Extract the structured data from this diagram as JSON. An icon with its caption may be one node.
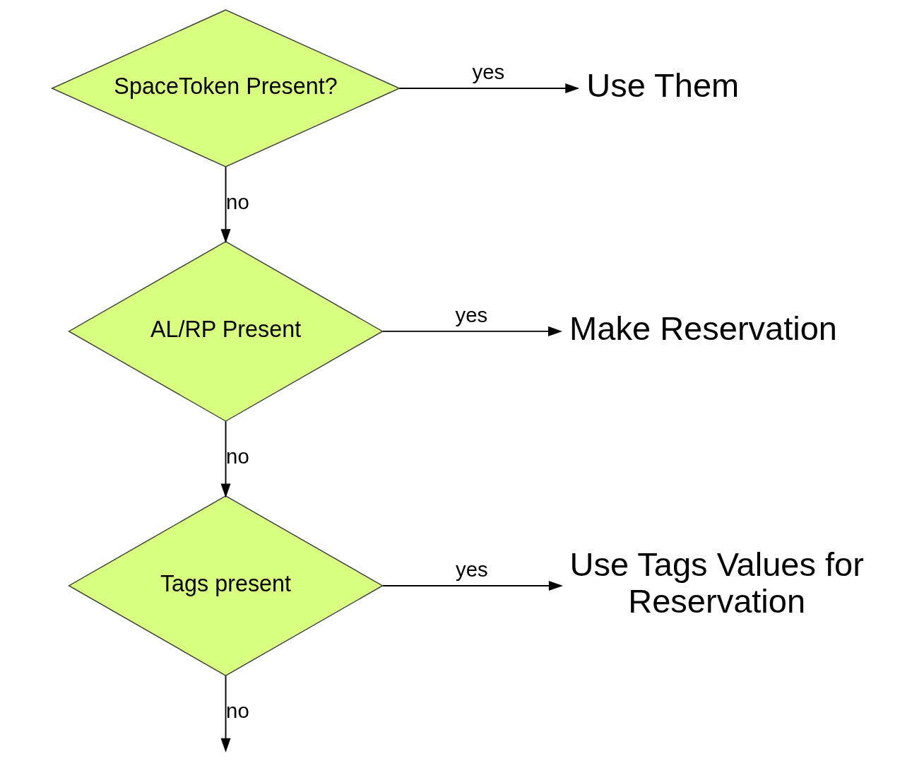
{
  "diagram": {
    "nodes": [
      {
        "text": [
          "SpaceToken Present?"
        ]
      },
      {
        "text": [
          "Use Them"
        ]
      },
      {
        "text": [
          "AL/RP Present"
        ]
      },
      {
        "text": [
          "Make Reservation"
        ]
      },
      {
        "text": [
          "Tags present"
        ]
      },
      {
        "text": [
          "Use Tags Values for Reservation"
        ]
      }
    ],
    "edges": [
      {
        "from": 0,
        "to": 1,
        "arrow": "to",
        "label": "yes"
      },
      {
        "from": 0,
        "to": 2,
        "arrow": "to",
        "label": "no"
      },
      {
        "from": 2,
        "to": 3,
        "arrow": "to",
        "label": "yes"
      },
      {
        "from": 2,
        "to": 4,
        "arrow": "to",
        "label": "no"
      },
      {
        "from": 4,
        "to": 5,
        "arrow": "to",
        "label": "yes"
      },
      {
        "from": 4,
        "to": null,
        "arrow": "to",
        "label": "no"
      }
    ]
  }
}
